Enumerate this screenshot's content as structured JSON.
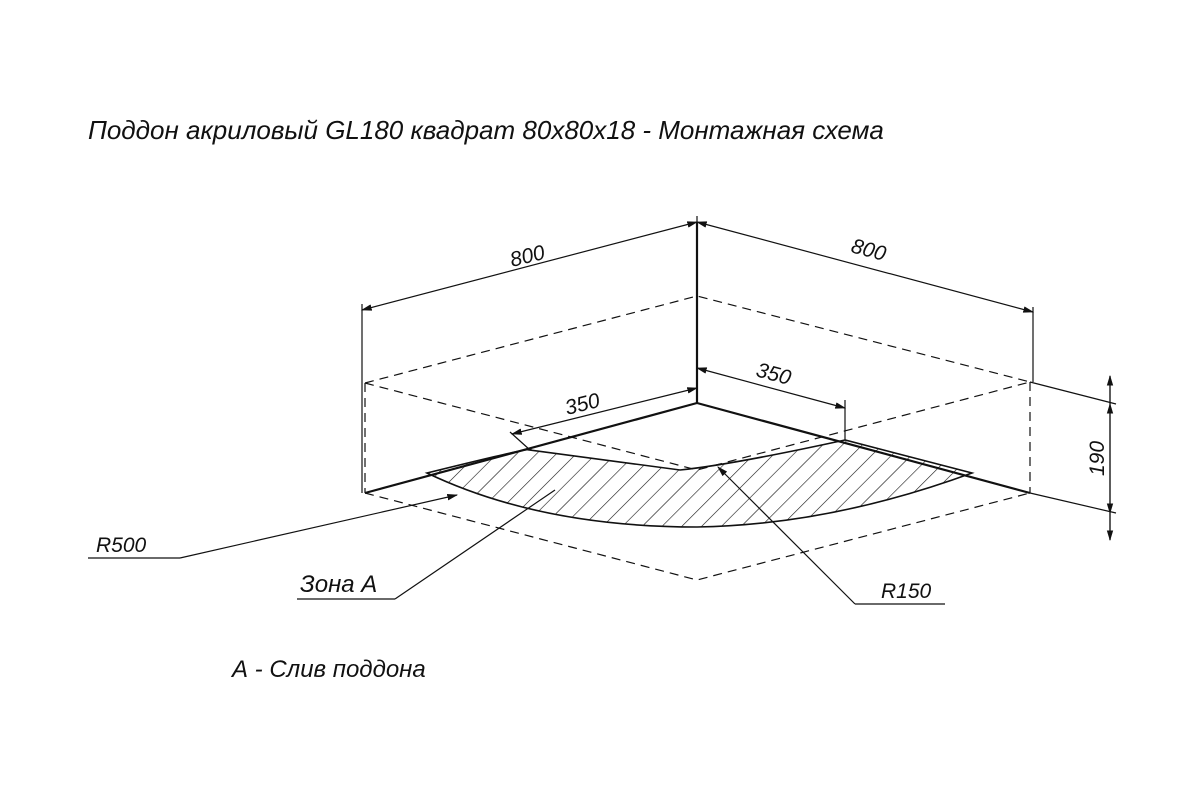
{
  "title": "Поддон акриловый  GL180 квадрат 80х80х18 - Монтажная схема",
  "dimensions": {
    "width_left": "800",
    "width_right": "800",
    "offset_left": "350",
    "offset_right": "350",
    "height": "190"
  },
  "callouts": {
    "radius_outer": "R500",
    "radius_inner": "R150",
    "zone": "Зона А"
  },
  "legend": "А - Слив поддона"
}
